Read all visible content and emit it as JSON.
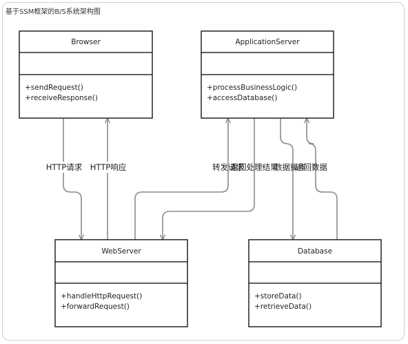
{
  "title": "基于SSM框架的B/S系统架构图",
  "classes": {
    "browser": {
      "name": "Browser",
      "methods": [
        "+sendRequest()",
        "+receiveResponse()"
      ]
    },
    "appserver": {
      "name": "ApplicationServer",
      "methods": [
        "+processBusinessLogic()",
        "+accessDatabase()"
      ]
    },
    "webserver": {
      "name": "WebServer",
      "methods": [
        "+handleHttpRequest()",
        "+forwardRequest()"
      ]
    },
    "database": {
      "name": "Database",
      "methods": [
        "+storeData()",
        "+retrieveData()"
      ]
    }
  },
  "edges": {
    "http_request": "HTTP请求",
    "http_response": "HTTP响应",
    "forward_request": "转发请求",
    "return_result": "返回处理结果",
    "data_operation": "数据操作",
    "return_data": "返回数据"
  },
  "colors": {
    "line": "#000000",
    "arrow": "#8a8a8a"
  }
}
